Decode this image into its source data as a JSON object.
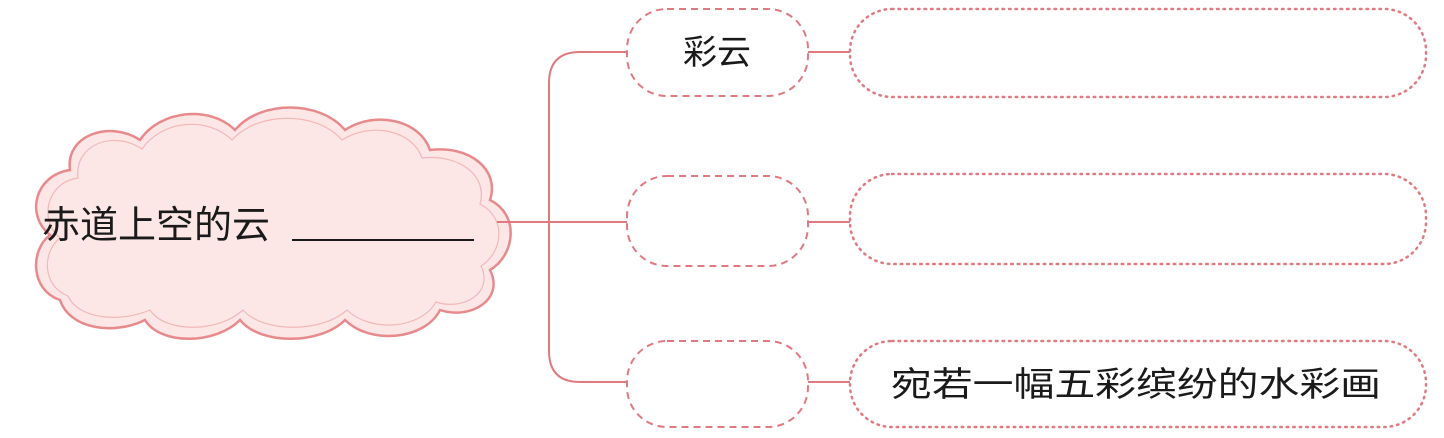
{
  "main_topic": {
    "text": "赤道上空的云",
    "blank": "__________"
  },
  "branches": [
    {
      "name": "彩云",
      "description": ""
    },
    {
      "name": "",
      "description": ""
    },
    {
      "name": "",
      "description": "宛若一幅五彩缤纷的水彩画"
    }
  ],
  "colors": {
    "line": "#e07a80",
    "cloud_fill": "#fde6e6",
    "cloud_stroke": "#e88a8c",
    "text": "#1a1a1a"
  }
}
